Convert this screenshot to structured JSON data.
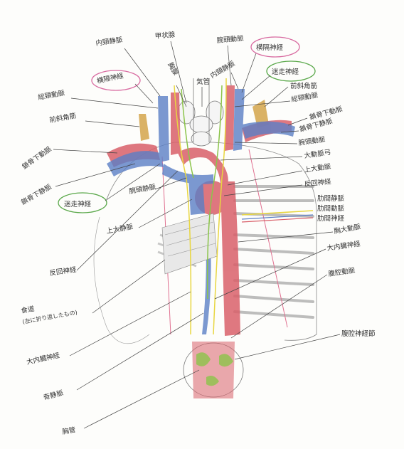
{
  "labels": {
    "internal_jugular_vein": "内頸静脈",
    "thyroid_gland": "甲状腺",
    "brachiocephalic_trunk_top": "腕頭動脈",
    "phrenic_nerve_top": "横隔神経",
    "thymus": "胸腺",
    "trachea": "気管",
    "internal_jugular_vein_2": "内頸静脈",
    "phrenic_nerve_left": "横隔神経",
    "vagus_nerve_right": "迷走神経",
    "common_carotid_left": "総頸動脈",
    "anterior_scalene_right": "前斜角筋",
    "common_carotid_right": "総頸動脈",
    "subclavian_artery_right": "鎖骨下動脈",
    "anterior_scalene_left": "前斜角筋",
    "subclavian_artery_left": "鎖骨下動脈",
    "subclavian_vein_right": "鎖骨下静脈",
    "subclavian_vein_left": "鎖骨下静脈",
    "brachiocephalic_artery_right": "腕頭動脈",
    "aortic_arch": "大動脈弓",
    "vagus_nerve_left": "迷走神経",
    "ascending_aorta": "上大動脈",
    "brachiocephalic_vein": "腕頭静脈",
    "recurrent_nerve_right": "反回神経",
    "intercostal_vein": "肋間静脈",
    "intercostal_artery": "肋間動脈",
    "intercostal_nerve": "肋間神経",
    "superior_vena_cava": "上大静脈",
    "thoracic_aorta": "胸大動脈",
    "greater_splanchnic_nerve_right": "大内臓神経",
    "recurrent_nerve_left": "反回神経",
    "abdominal_aorta": "腹腔動脈",
    "esophagus_line1": "食道",
    "esophagus_line2": "(左に折り返したもの)",
    "greater_splanchnic_nerve_left": "大内臓神経",
    "celiac_ganglion": "腹腔神経節",
    "azygos_vein": "奇静脈",
    "thoracic_duct": "胸管"
  },
  "colors": {
    "artery": "#d9606a",
    "vein": "#5b7fc6",
    "nerve_yellow": "#e8d640",
    "nerve_green": "#8bc44a",
    "muscle": "#d4a44a",
    "pink_circle": "#d86aa0",
    "green_circle": "#5aa84a",
    "bone": "#9a9a9a"
  }
}
